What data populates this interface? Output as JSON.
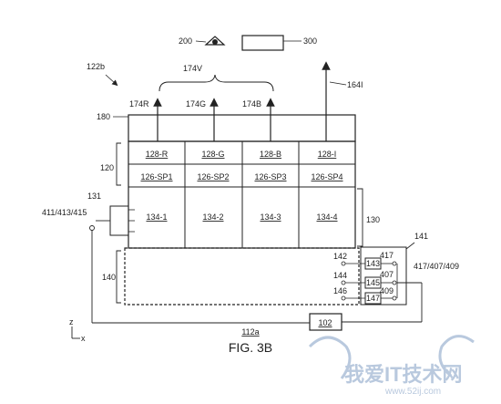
{
  "figure_title": "FIG. 3B",
  "labels": {
    "ref_200": "200",
    "ref_300": "300",
    "ref_122b": "122b",
    "ref_174V": "174V",
    "ref_174R": "174R",
    "ref_174G": "174G",
    "ref_174B": "174B",
    "ref_164I": "164I",
    "ref_180": "180",
    "ref_120": "120",
    "ref_131": "131",
    "ref_411": "411/413/415",
    "ref_130": "130",
    "ref_141": "141",
    "ref_142": "142",
    "ref_144": "144",
    "ref_146": "146",
    "ref_417a": "417",
    "ref_407": "407",
    "ref_409": "409",
    "ref_417_407_409": "417/407/409",
    "ref_140": "140",
    "ref_112a": "112a",
    "ref_102": "102",
    "axis_z": "z",
    "axis_x": "x"
  },
  "filter_row": [
    "128-R",
    "128-G",
    "128-B",
    "128-I"
  ],
  "subpixel_row": [
    "126-SP1",
    "126-SP2",
    "126-SP3",
    "126-SP4"
  ],
  "detector_row": [
    "134-1",
    "134-2",
    "134-3",
    "134-4"
  ],
  "circuit_boxes": [
    "143",
    "145",
    "147"
  ],
  "watermark": {
    "main": "我爱IT技术网",
    "sub": "www.52ij.com"
  }
}
